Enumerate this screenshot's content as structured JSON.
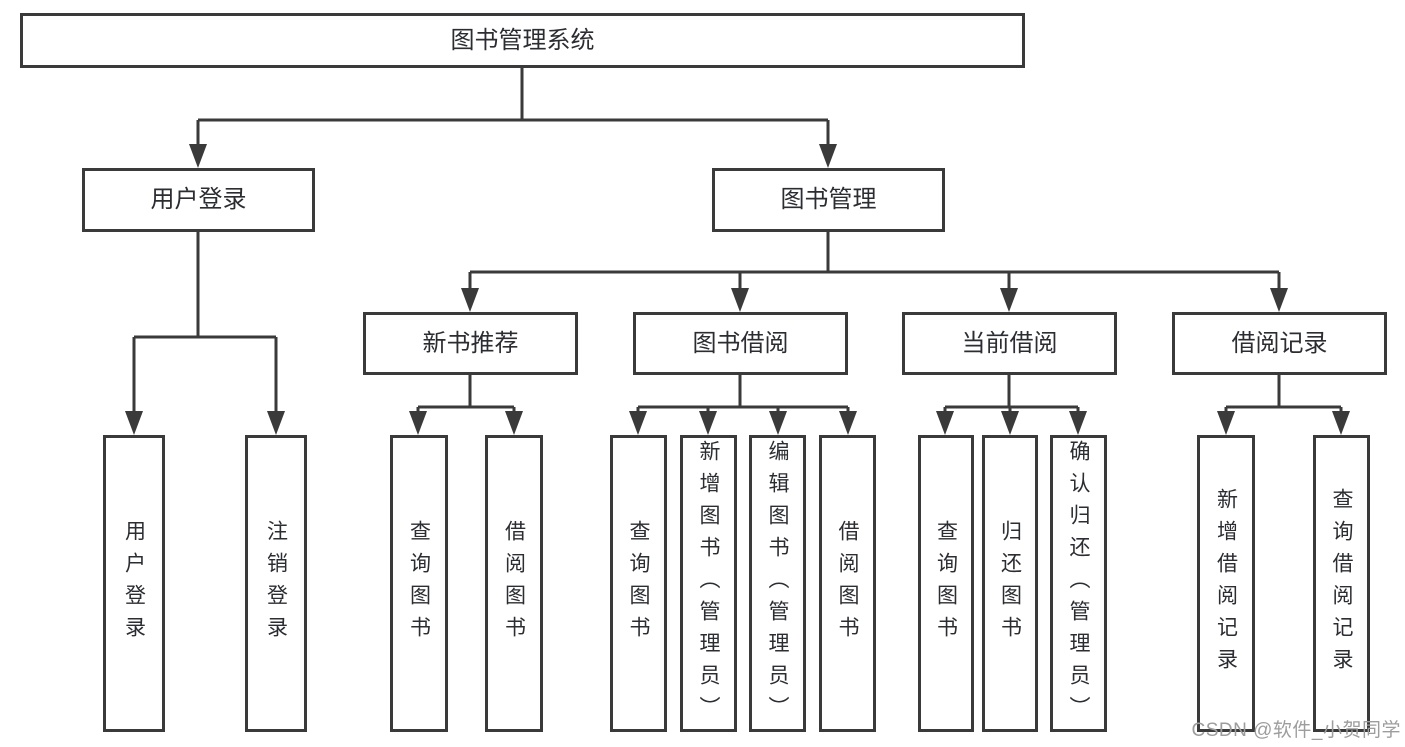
{
  "diagram": {
    "root": {
      "label": "图书管理系统"
    },
    "level2": [
      {
        "id": "user-login",
        "label": "用户登录"
      },
      {
        "id": "book-management",
        "label": "图书管理"
      }
    ],
    "level3": [
      {
        "id": "new-book-recommend",
        "label": "新书推荐",
        "parent": "book-management"
      },
      {
        "id": "book-borrow",
        "label": "图书借阅",
        "parent": "book-management"
      },
      {
        "id": "current-borrow",
        "label": "当前借阅",
        "parent": "book-management"
      },
      {
        "id": "borrow-records",
        "label": "借阅记录",
        "parent": "book-management"
      }
    ],
    "leaves": [
      {
        "parent": "user-login",
        "label": "用户登录"
      },
      {
        "parent": "user-login",
        "label": "注销登录"
      },
      {
        "parent": "new-book-recommend",
        "label": "查询图书"
      },
      {
        "parent": "new-book-recommend",
        "label": "借阅图书"
      },
      {
        "parent": "book-borrow",
        "label": "查询图书"
      },
      {
        "parent": "book-borrow",
        "label": "新增图书（管理员）"
      },
      {
        "parent": "book-borrow",
        "label": "编辑图书（管理员）"
      },
      {
        "parent": "book-borrow",
        "label": "借阅图书"
      },
      {
        "parent": "current-borrow",
        "label": "查询图书"
      },
      {
        "parent": "current-borrow",
        "label": "归还图书"
      },
      {
        "parent": "current-borrow",
        "label": "确认归还（管理员）"
      },
      {
        "parent": "borrow-records",
        "label": "新增借阅记录"
      },
      {
        "parent": "borrow-records",
        "label": "查询借阅记录"
      }
    ]
  },
  "watermark": {
    "text": "CSDN @软件_小贺同学"
  },
  "colors": {
    "line": "#3a3a3a",
    "text": "#2b2d32",
    "watermark": "#9d9d9d",
    "background": "#ffffff"
  }
}
